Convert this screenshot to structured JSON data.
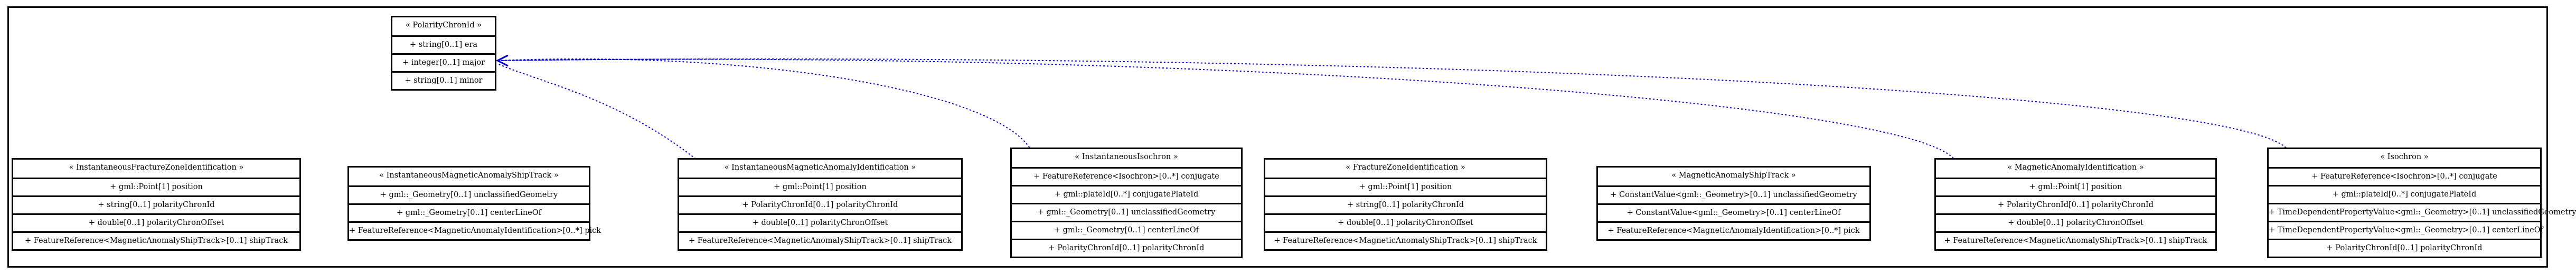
{
  "classes": [
    {
      "name": "PolarityChronId",
      "header": "« PolarityChronId »",
      "attrs": [
        "+ string[0..1] era",
        "+ integer[0..1] major",
        "+ string[0..1] minor"
      ]
    },
    {
      "name": "InstantaneousFractureZoneIdentification",
      "header": "« InstantaneousFractureZoneIdentification »",
      "attrs": [
        "+ gml::Point[1] position",
        "+ string[0..1] polarityChronId",
        "+ double[0..1] polarityChronOffset",
        "+ FeatureReference<MagneticAnomalyShipTrack>[0..1] shipTrack"
      ]
    },
    {
      "name": "InstantaneousMagneticAnomalyShipTrack",
      "header": "« InstantaneousMagneticAnomalyShipTrack »",
      "attrs": [
        "+ gml::_Geometry[0..1] unclassifiedGeometry",
        "+ gml::_Geometry[0..1] centerLineOf",
        "+ FeatureReference<MagneticAnomalyIdentification>[0..*] pick"
      ]
    },
    {
      "name": "InstantaneousMagneticAnomalyIdentification",
      "header": "« InstantaneousMagneticAnomalyIdentification »",
      "attrs": [
        "+ gml::Point[1] position",
        "+ PolarityChronId[0..1] polarityChronId",
        "+ double[0..1] polarityChronOffset",
        "+ FeatureReference<MagneticAnomalyShipTrack>[0..1] shipTrack"
      ]
    },
    {
      "name": "InstantaneousIsochron",
      "header": "« InstantaneousIsochron »",
      "attrs": [
        "+ FeatureReference<Isochron>[0..*] conjugate",
        "+ gml::plateId[0..*] conjugatePlateId",
        "+ gml::_Geometry[0..1] unclassifiedGeometry",
        "+ gml::_Geometry[0..1] centerLineOf",
        "+ PolarityChronId[0..1] polarityChronId"
      ]
    },
    {
      "name": "FractureZoneIdentification",
      "header": "« FractureZoneIdentification »",
      "attrs": [
        "+ gml::Point[1] position",
        "+ string[0..1] polarityChronId",
        "+ double[0..1] polarityChronOffset",
        "+ FeatureReference<MagneticAnomalyShipTrack>[0..1] shipTrack"
      ]
    },
    {
      "name": "MagneticAnomalyShipTrack",
      "header": "« MagneticAnomalyShipTrack »",
      "attrs": [
        "+ ConstantValue<gml::_Geometry>[0..1] unclassifiedGeometry",
        "+ ConstantValue<gml::_Geometry>[0..1] centerLineOf",
        "+ FeatureReference<MagneticAnomalyIdentification>[0..*] pick"
      ]
    },
    {
      "name": "MagneticAnomalyIdentification",
      "header": "« MagneticAnomalyIdentification »",
      "attrs": [
        "+ gml::Point[1] position",
        "+ PolarityChronId[0..1] polarityChronId",
        "+ double[0..1] polarityChronOffset",
        "+ FeatureReference<MagneticAnomalyShipTrack>[0..1] shipTrack"
      ]
    },
    {
      "name": "Isochron",
      "header": "« Isochron »",
      "attrs": [
        "+ FeatureReference<Isochron>[0..*] conjugate",
        "+ gml::plateId[0..*] conjugatePlateId",
        "+ TimeDependentPropertyValue<gml::_Geometry>[0..1] unclassifiedGeometry",
        "+ TimeDependentPropertyValue<gml::_Geometry>[0..1] centerLineOf",
        "+ PolarityChronId[0..1] polarityChronId"
      ]
    }
  ],
  "dependencies": [
    {
      "from": "InstantaneousMagneticAnomalyIdentification",
      "to": "PolarityChronId"
    },
    {
      "from": "InstantaneousIsochron",
      "to": "PolarityChronId"
    },
    {
      "from": "MagneticAnomalyIdentification",
      "to": "PolarityChronId"
    },
    {
      "from": "Isochron",
      "to": "PolarityChronId"
    }
  ],
  "colors": {
    "line": "#000000",
    "dependency": "#0000cc"
  }
}
